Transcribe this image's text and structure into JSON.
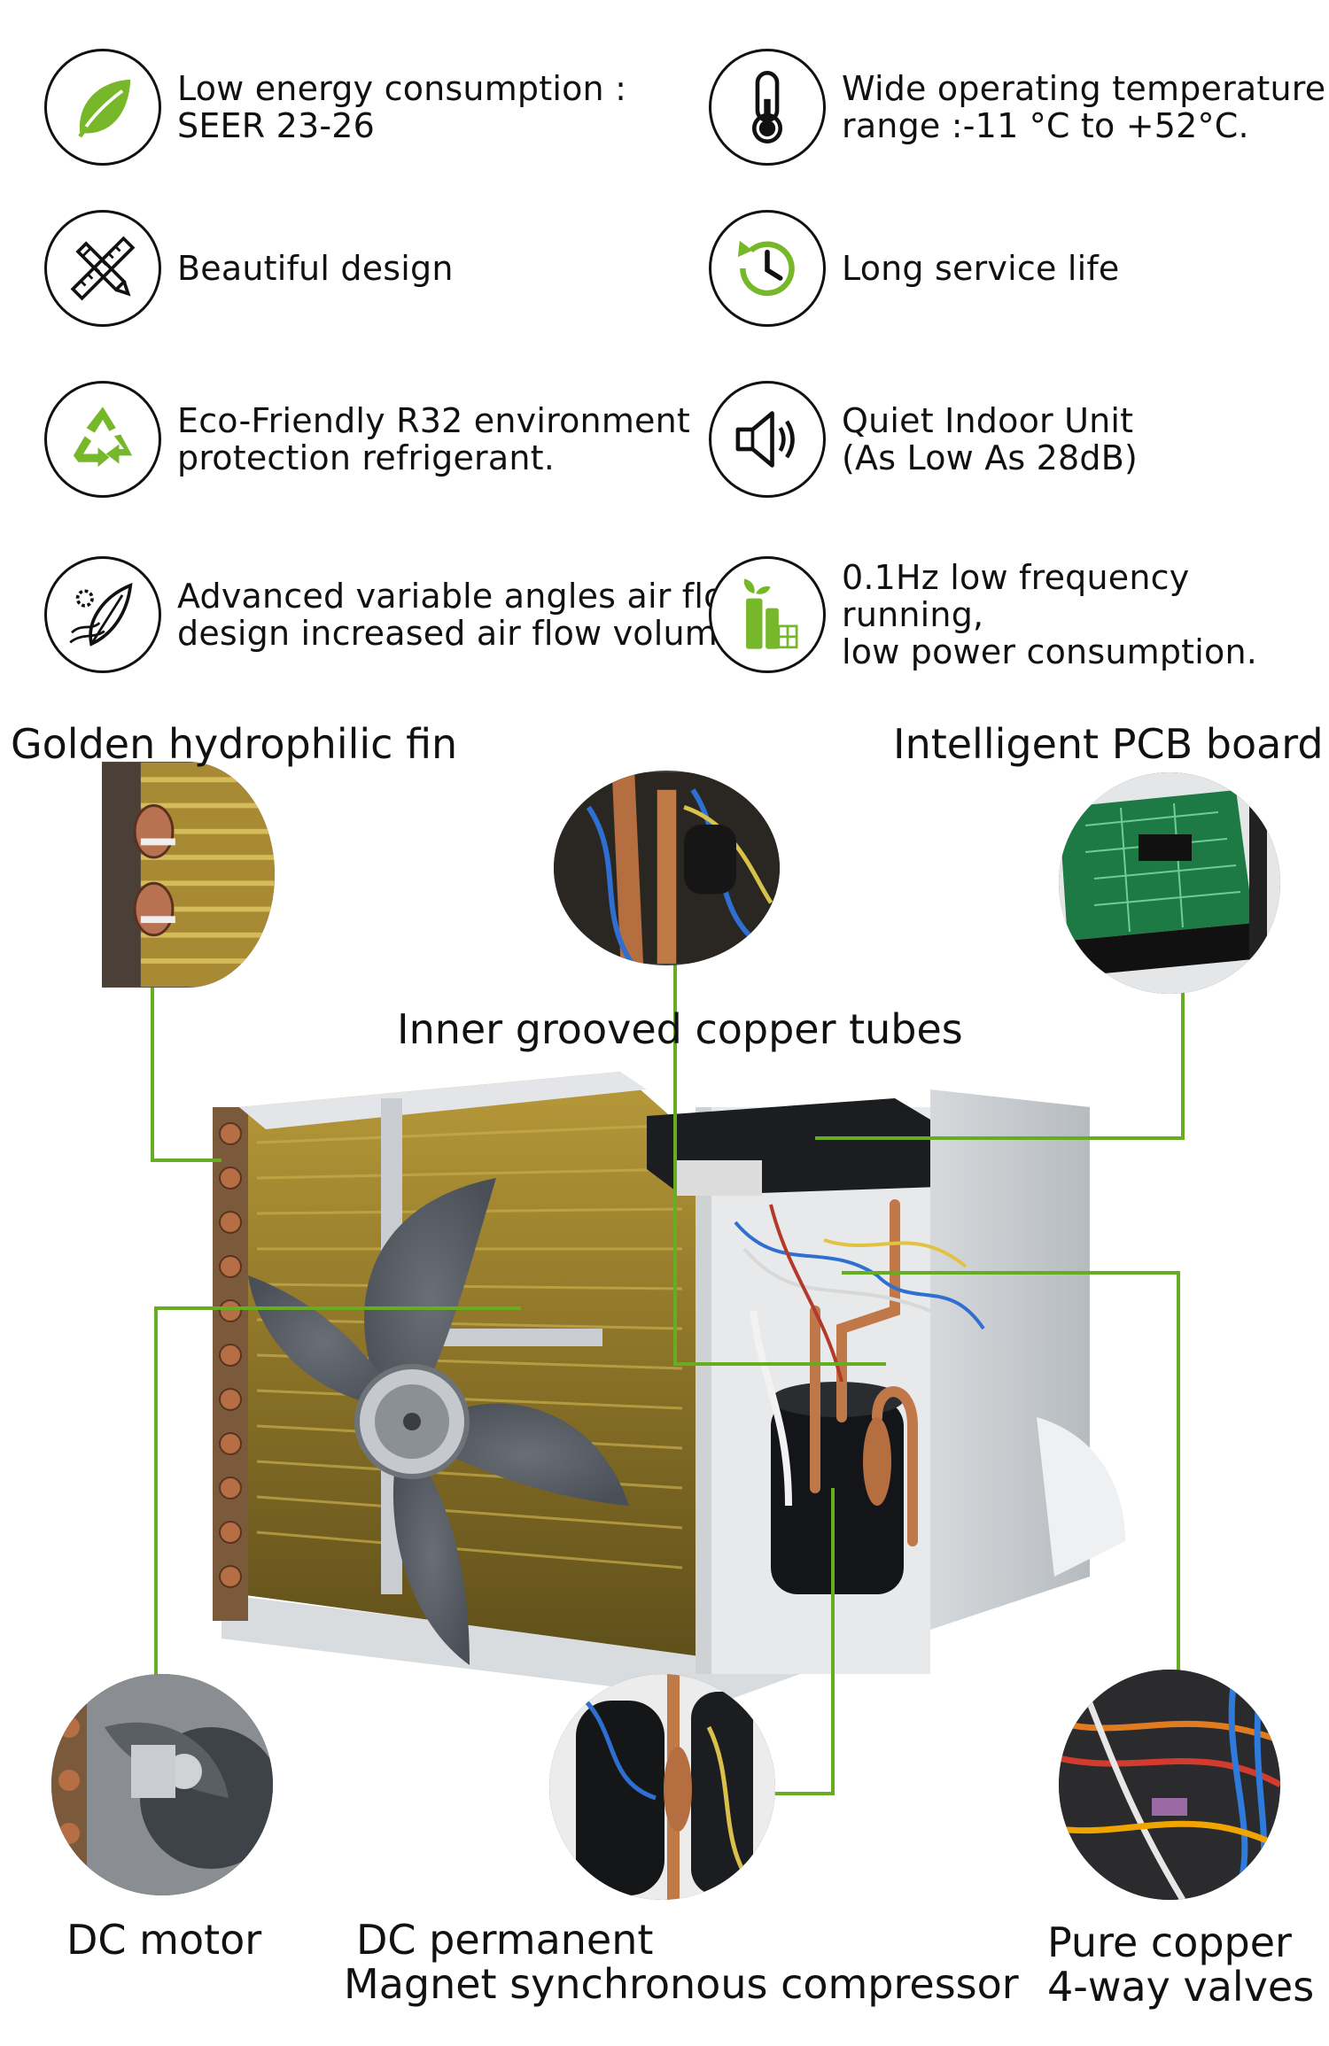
{
  "colors": {
    "accent": "#77b82a",
    "line": "#66ad22",
    "icon": "#111111"
  },
  "features": [
    {
      "icon": "leaf-icon",
      "text": "Low energy consumption :\nSEER 23-26"
    },
    {
      "icon": "thermometer-icon",
      "text": "Wide operating temperature\nrange :-11 °C to +52°C."
    },
    {
      "icon": "design-tools-icon",
      "text": "Beautiful design"
    },
    {
      "icon": "clock-icon",
      "text": "Long service life"
    },
    {
      "icon": "recycle-icon",
      "text": "Eco-Friendly R32 environment\nprotection refrigerant."
    },
    {
      "icon": "speaker-icon",
      "text": "Quiet Indoor Unit\n(As Low As 28dB)"
    },
    {
      "icon": "airflow-gear-icon",
      "text": "Advanced variable angles air flow\ndesign increased air flow volume"
    },
    {
      "icon": "battery-plant-icon",
      "text": "0.1Hz low frequency running,\nlow power consumption."
    }
  ],
  "components": {
    "fin": "Golden hydrophilic fin",
    "pcb": "Intelligent PCB board",
    "copper_tubes": "Inner grooved copper tubes",
    "dc_motor": "DC motor",
    "compressor_line1": "DC permanent",
    "compressor_line2": "Magnet synchronous compressor",
    "valves_line1": "Pure copper",
    "valves_line2": "4-way valves"
  }
}
